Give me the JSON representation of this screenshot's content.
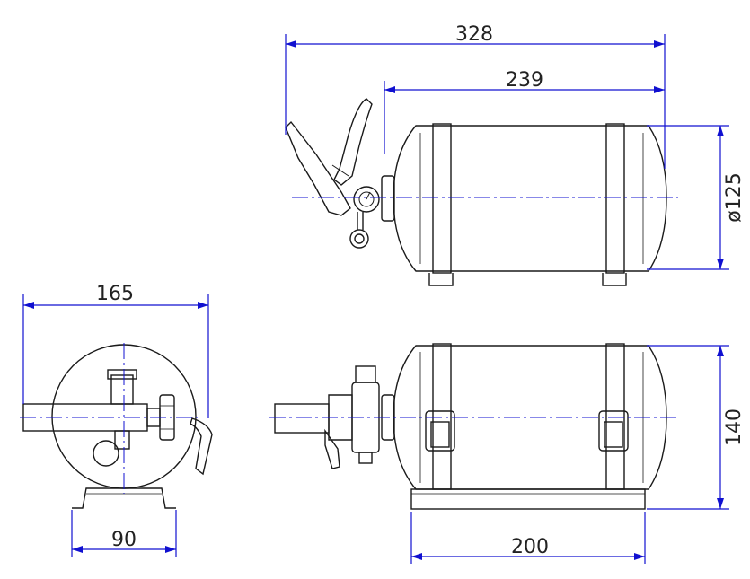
{
  "drawing": {
    "colors": {
      "outline": "#1a1a1a",
      "dimension": "#1010d0",
      "centerline": "#1010d0",
      "background": "#ffffff"
    },
    "dimensions": {
      "overall_length": "328",
      "body_length": "239",
      "diameter": "ø125",
      "overall_height": "140",
      "end_width": "165",
      "bracket_width": "90",
      "base_length": "200"
    }
  }
}
